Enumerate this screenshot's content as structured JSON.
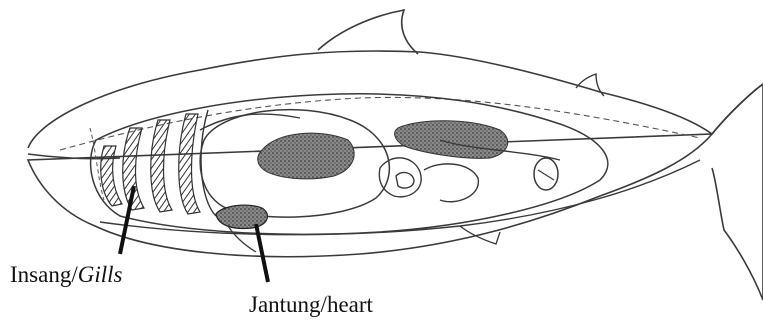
{
  "colors": {
    "ink": "#3a3a3a",
    "shading": "#6b6b6b",
    "background": "#ffffff"
  },
  "labels": {
    "gills_prefix": "Insang/",
    "gills_italic": "Gills",
    "heart": "Jantung/heart"
  }
}
